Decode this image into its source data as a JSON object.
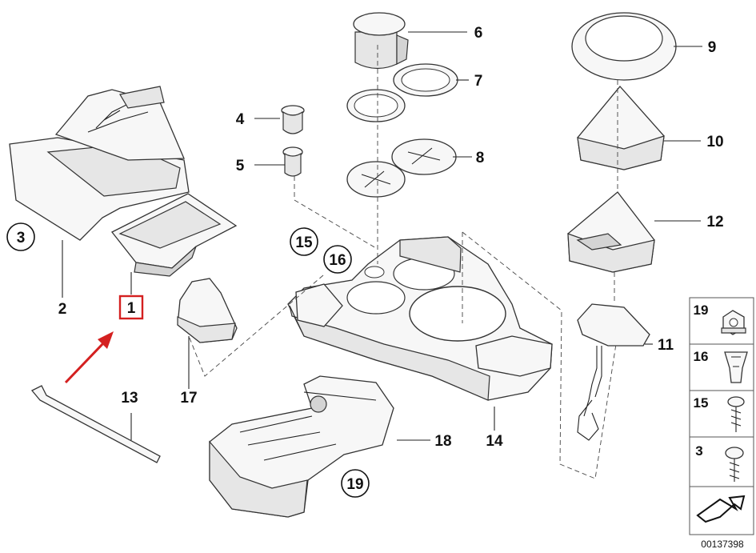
{
  "callouts": {
    "n1": "1",
    "n2": "2",
    "n3": "3",
    "n4": "4",
    "n5": "5",
    "n6": "6",
    "n7": "7",
    "n8": "8",
    "n9": "9",
    "n10": "10",
    "n11": "11",
    "n12": "12",
    "n13": "13",
    "n14": "14",
    "n15": "15",
    "n16": "16",
    "n17": "17",
    "n18": "18",
    "n19": "19"
  },
  "legend": {
    "l19": "19",
    "l16": "16",
    "l15": "15",
    "l3": "3"
  },
  "reference_number": "00137398",
  "highlight": {
    "color": "#d42020",
    "target": "1"
  }
}
